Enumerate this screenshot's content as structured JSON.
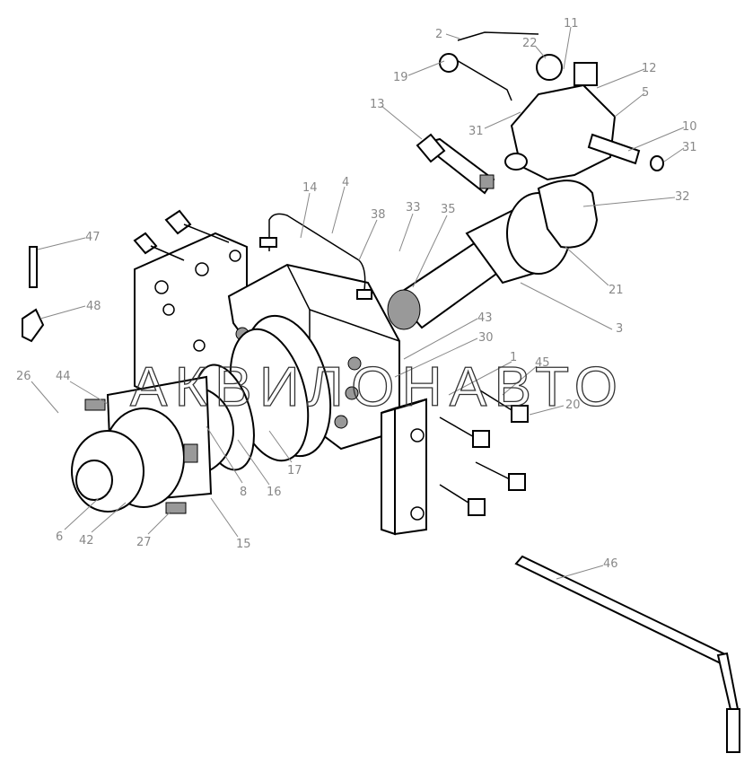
{
  "watermark": "АКВИЛОНАВТО",
  "labels": [
    "2",
    "22",
    "11",
    "19",
    "12",
    "5",
    "13",
    "31",
    "10",
    "31",
    "32",
    "14",
    "4",
    "38",
    "33",
    "35",
    "21",
    "47",
    "48",
    "3",
    "43",
    "30",
    "1",
    "45",
    "20",
    "26",
    "44",
    "17",
    "16",
    "8",
    "6",
    "42",
    "27",
    "15",
    "46"
  ]
}
